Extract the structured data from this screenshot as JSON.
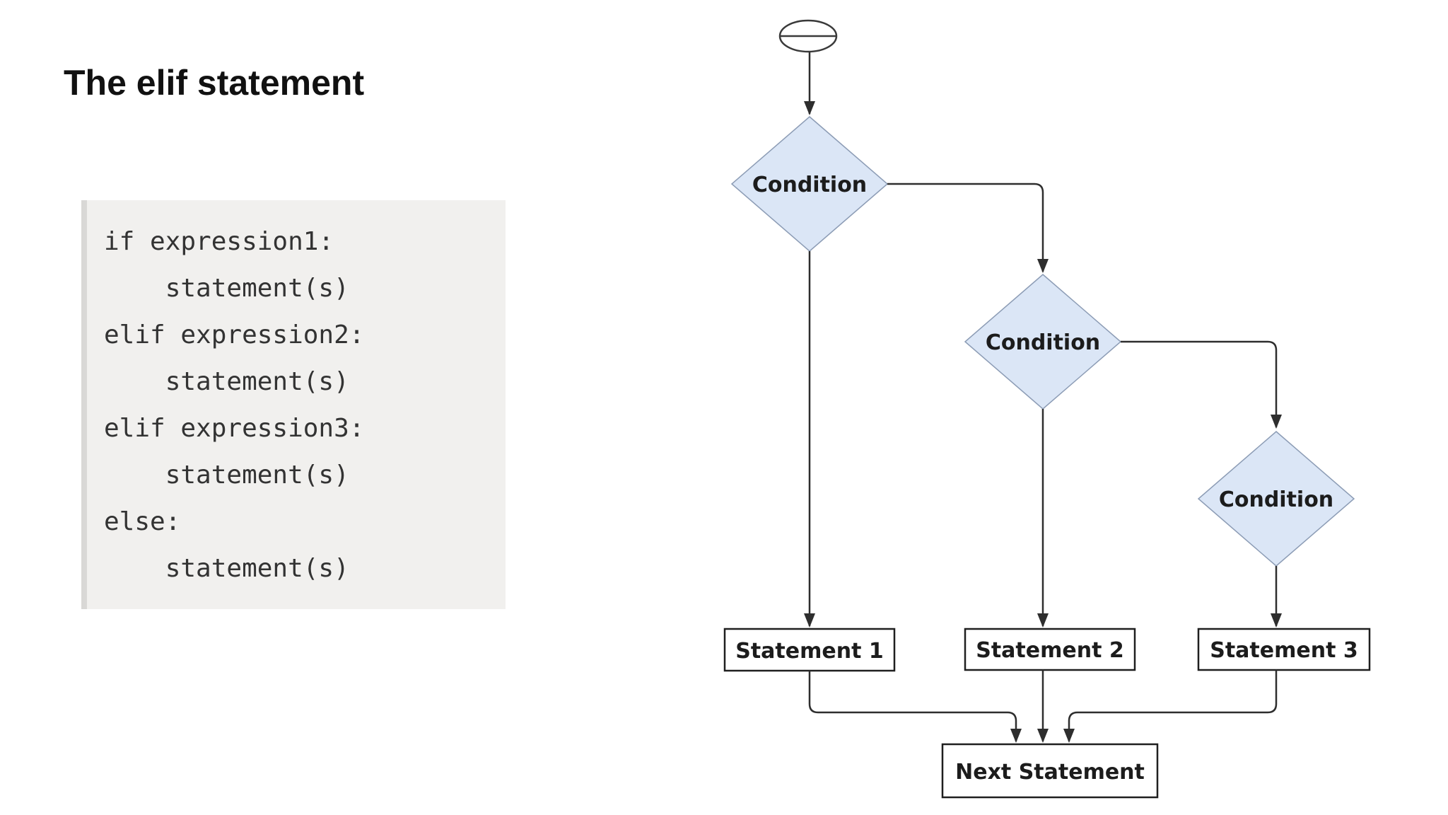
{
  "slide": {
    "title": "The elif statement"
  },
  "code": {
    "lines": [
      "if expression1:",
      "    statement(s)",
      "elif expression2:",
      "    statement(s)",
      "elif expression3:",
      "    statement(s)",
      "else:",
      "    statement(s)"
    ]
  },
  "flowchart": {
    "nodes": {
      "condition1": "Condition",
      "condition2": "Condition",
      "condition3": "Condition",
      "statement1": "Statement 1",
      "statement2": "Statement 2",
      "statement3": "Statement 3",
      "next_statement": "Next Statement"
    }
  },
  "colors": {
    "diamond_fill": "#dbe6f6",
    "diamond_stroke": "#8c9cb5",
    "line": "#2e2e2e",
    "box_fill": "#ffffff",
    "box_stroke": "#1f1f1f",
    "code_background": "#f1f0ee",
    "code_text": "#333333"
  }
}
